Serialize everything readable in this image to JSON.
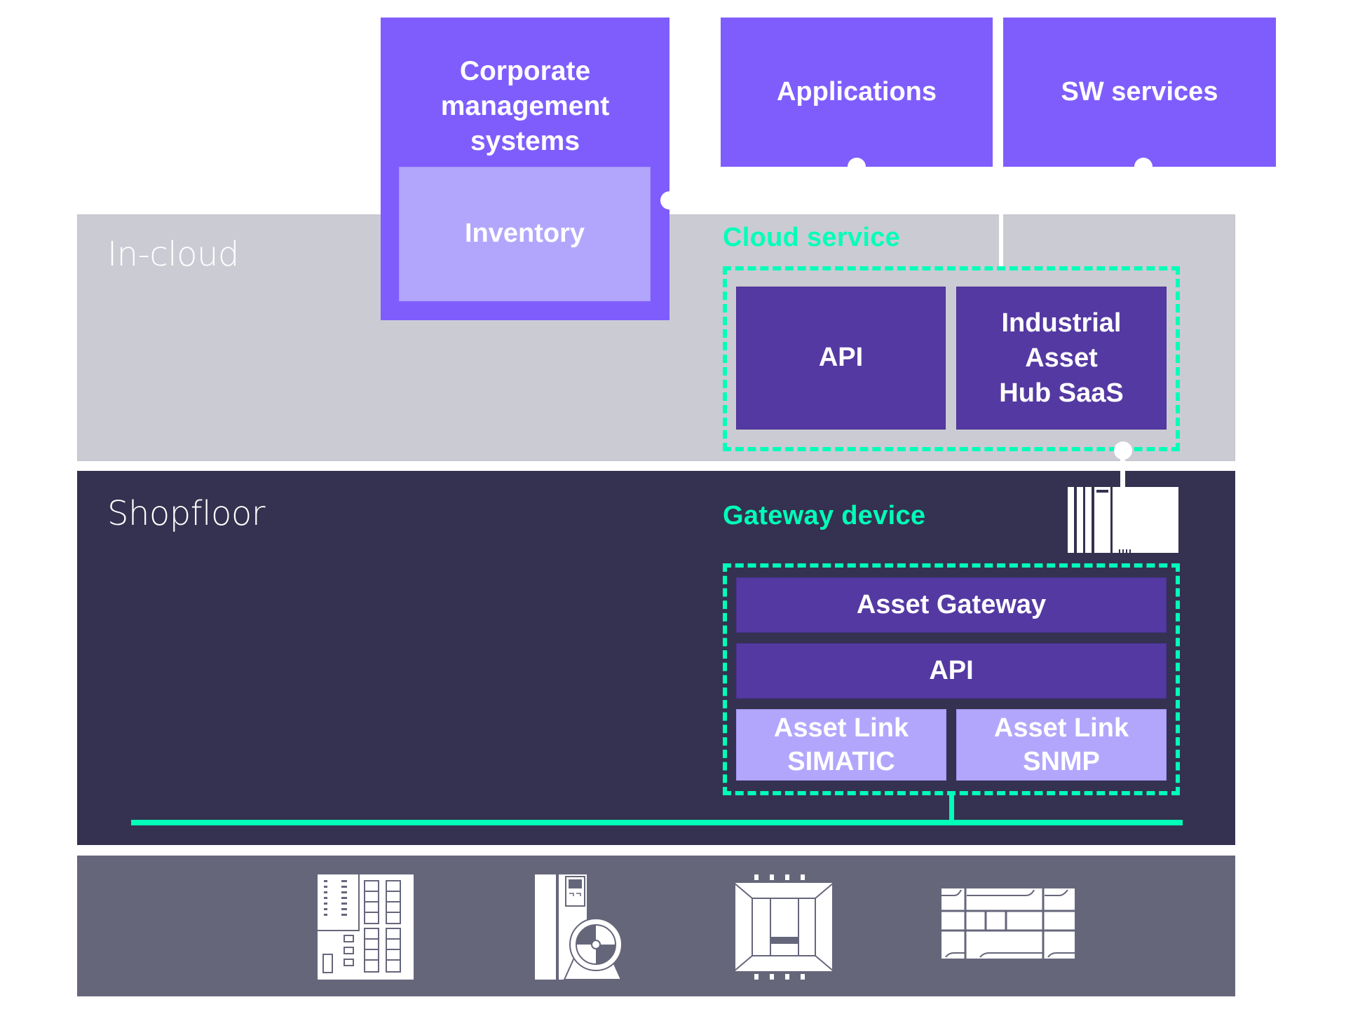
{
  "layers": {
    "in_cloud": "In-cloud",
    "shopfloor": "Shopfloor"
  },
  "enterprise": {
    "corporate": "Corporate\nmanagement\nsystems",
    "inventory": "Inventory",
    "applications": "Applications",
    "sw_services": "SW services"
  },
  "cloud_service": {
    "label": "Cloud service",
    "api": "API",
    "hub": "Industrial\nAsset\nHub SaaS"
  },
  "gateway_device": {
    "label": "Gateway device",
    "asset_gateway": "Asset Gateway",
    "api": "API",
    "asset_link_simatic": "Asset Link\nSIMATIC",
    "asset_link_snmp": "Asset Link\nSNMP"
  },
  "field_devices": [
    {
      "icon": "plc-controller-icon"
    },
    {
      "icon": "drive-motor-icon"
    },
    {
      "icon": "switch-module-icon"
    },
    {
      "icon": "io-terminal-icon"
    }
  ],
  "colors": {
    "violet": "#7f5dfd",
    "lilac": "#b2a6fc",
    "deep_purple": "#5439a2",
    "accent_green": "#00ffb9",
    "cloud_band": "#cbcbd3",
    "shopfloor_band": "#343250",
    "device_band": "#66667b"
  }
}
